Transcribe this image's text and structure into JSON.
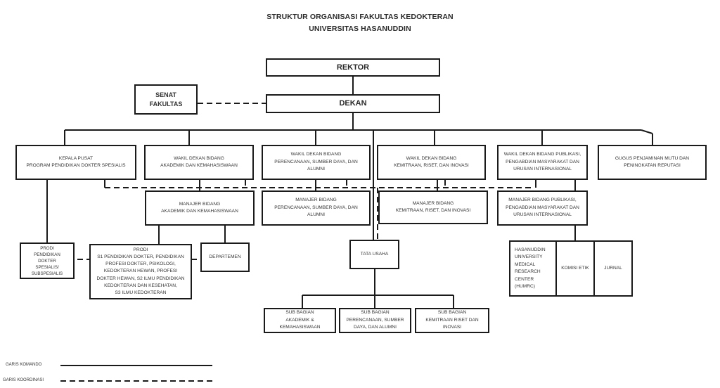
{
  "title": {
    "line1": "STRUKTUR  ORGANISASI FAKULTAS KEDOKTERAN",
    "line2": "UNIVERSITAS  HASANUDDIN"
  },
  "nodes": {
    "rektor": "REKTOR",
    "dekan": "DEKAN",
    "senat": "SENAT\nFAKULTAS",
    "kepala_pusat": "KEPALA PUSAT\nPROGRAM PENDIDIKAN DOKTER SPESIALIS",
    "wd_akademik": "WAKIL DEKAN BIDANG\nAKADEMIK DAN KEMAHASISWAAN",
    "wd_perencanaan": "WAKIL DEKAN BIDANG\nPERENCANAAN, SUMBER DAYA, DAN\nALUMNI",
    "wd_kemitraan": "WAKIL DEKAN BIDANG\nKEMITRAAN, RISET, DAN INOVASI",
    "wd_publikasi": "WAKIL DEKAN BIDANG PUBLIKASI,\nPENGABDIAN MASYARAKAT DAN\nURUSAN INTERNASIONAL",
    "gugus": "GUGUS PENJAMINAN MUTU DAN\nPENINGKATAN REPUTASI",
    "mb_akademik": "MANAJER BIDANG\nAKADEMIK DAN KEMAHASISWAAN",
    "mb_perencanaan": "MANAJER BIDANG\nPERENCANAAN, SUMBER DAYA, DAN\nALUMNI",
    "mb_kemitraan": "MANAJER BIDANG\nKEMITRAAN, RISET, DAN INOVASI",
    "mb_publikasi": "MANAJER BIDANG PUBLIKASI,\nPENGABDIAN MASYARAKAT DAN\nURUSAN INTERNASIONAL",
    "prodi_spesialis": "PRODI\nPENDIDIKAN\nDOKTER\nSPESIALIS/\nSUBSPESIALIS",
    "prodi": "PRODI\nS1 PENDIDIKAN DOKTER, PENDIDIKAN\nPROFESI DOKTER, PSIKOLOGI,\nKEDOKTERAN HEWAN, PROFESI\nDOKTER HEWAN, S2 ILMU PENDIDIKAN\nKEDOKTERAN DAN KESEHATAN,\nS3 ILMU KEDOKTERAN",
    "departemen": "DEPARTEMEN",
    "tata_usaha": "TATA USAHA",
    "humrc": "HASANUDDIN\nUNIVERSITY\nMEDICAL\nRESEARCH\nCENTER\n(HUMRC)",
    "komisi_etik": "KOMISI ETIK",
    "jurnal": "JURNAL",
    "sub_akademik": "SUB BAGIAN\nAKADEMIK &\nKEMAHASISWAAN",
    "sub_perencanaan": "SUB BAGIAN\nPERENCANAAN, SUMBER\nDAYA, DAN ALUMNI",
    "sub_kemitraan": "SUB BAGIAN\nKEMITRAAN RISET DAN\nINOVASI"
  },
  "legend": {
    "command_line": "GARIS KOMANDO",
    "coordination_line": "GARIS KOORDINASI"
  }
}
